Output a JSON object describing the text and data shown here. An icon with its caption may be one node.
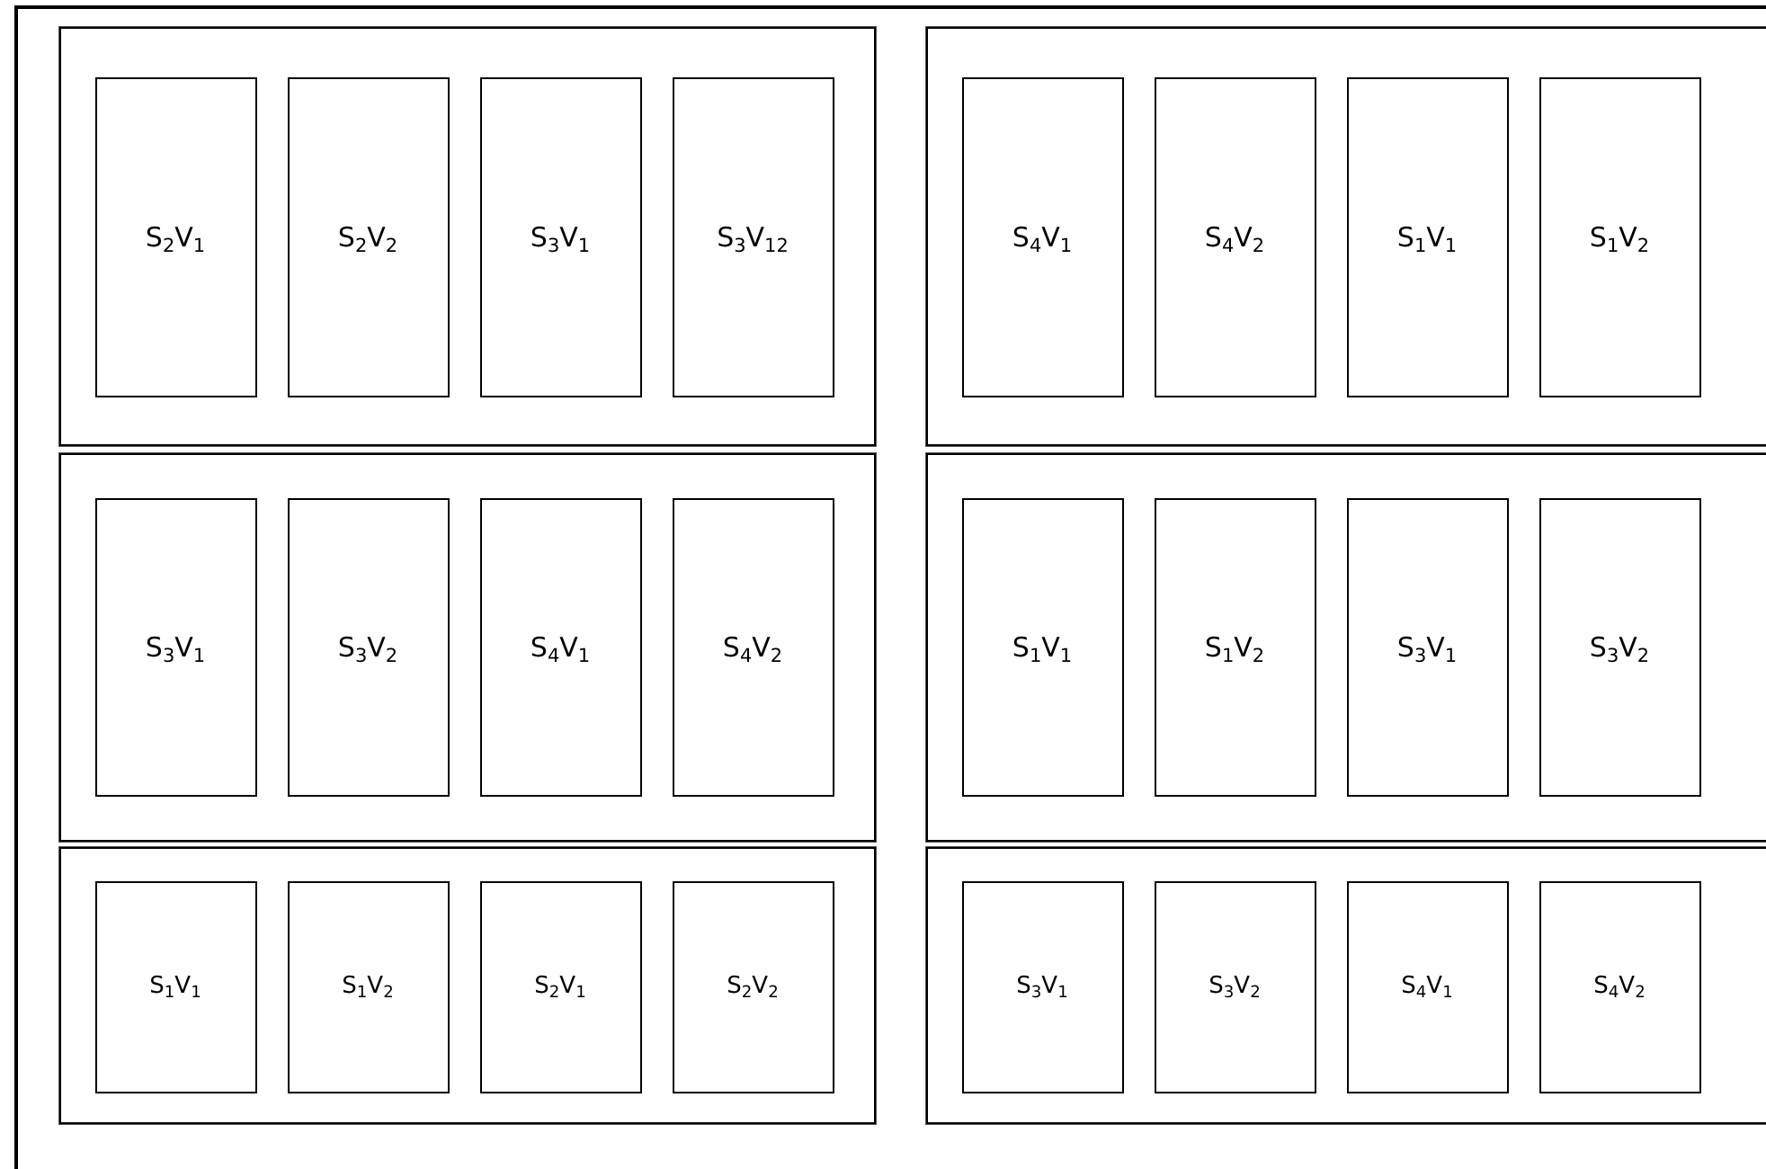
{
  "diagram": {
    "nodes": [
      {
        "text": [],
        "shape": "box"
      },
      {
        "text": [],
        "shape": "box",
        "in": 0
      },
      {
        "text": [
          "S$_{2}$V$_{1}$"
        ],
        "in": 1
      },
      {
        "text": [
          "S$_{2}$V$_{2}$"
        ],
        "in": 1
      },
      {
        "text": [
          "S$_{3}$V$_{1}$"
        ],
        "in": 1
      },
      {
        "text": [
          "S$_{3}$V$_{12}$"
        ],
        "in": 1
      },
      {
        "text": [],
        "shape": "box",
        "in": 0
      },
      {
        "text": [
          "S$_{4}$V$_{1}$"
        ],
        "in": 6
      },
      {
        "text": [
          "S$_{4}$V$_{2}$"
        ],
        "in": 6
      },
      {
        "text": [
          "S$_{1}$V$_{1}$"
        ],
        "in": 6
      },
      {
        "text": [
          "S$_{1}$V$_{2}$"
        ],
        "in": 6
      },
      {
        "text": [],
        "shape": "box",
        "in": 0
      },
      {
        "text": [
          "S$_{3}$V$_{1}$"
        ],
        "in": 11
      },
      {
        "text": [
          "S$_{3}$V$_{2}$"
        ],
        "in": 11
      },
      {
        "text": [
          "S$_{4}$V$_{1}$"
        ],
        "in": 11
      },
      {
        "text": [
          "S$_{4}$V$_{2}$"
        ],
        "in": 11
      },
      {
        "text": [],
        "shape": "box",
        "in": 0
      },
      {
        "text": [
          "S$_{1}$V$_{1}$"
        ],
        "in": 16
      },
      {
        "text": [
          "S$_{1}$V$_{2}$"
        ],
        "in": 16
      },
      {
        "text": [
          "S$_{3}$V$_{1}$"
        ],
        "in": 16
      },
      {
        "text": [
          "S$_{3}$V$_{2}$"
        ],
        "in": 16
      },
      {
        "text": [],
        "shape": "box",
        "in": 0
      },
      {
        "text": [
          "S$_{1}$V$_{1}$"
        ],
        "in": 21
      },
      {
        "text": [
          "S$_{1}$V$_{2}$"
        ],
        "in": 21
      },
      {
        "text": [
          "S$_{2}$V$_{1}$"
        ],
        "in": 21
      },
      {
        "text": [
          "S$_{2}$V$_{2}$"
        ],
        "in": 21
      },
      {
        "text": [],
        "shape": "box",
        "in": 0
      },
      {
        "text": [
          "S$_{3}$V$_{1}$"
        ],
        "in": 26
      },
      {
        "text": [
          "S$_{3}$V$_{2}$"
        ],
        "in": 26
      },
      {
        "text": [
          "S$_{4}$V$_{1}$"
        ],
        "in": 26
      },
      {
        "text": [
          "S$_{4}$V$_{2}$"
        ],
        "in": 26
      }
    ]
  }
}
